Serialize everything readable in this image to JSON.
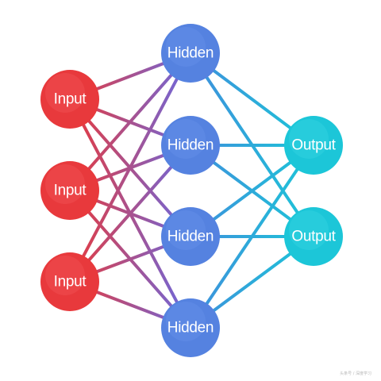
{
  "network": {
    "layers": [
      {
        "name": "input",
        "label": "Input",
        "count": 3,
        "color": "#e8393c",
        "highlight": "#f35a5b"
      },
      {
        "name": "hidden",
        "label": "Hidden",
        "count": 4,
        "color": "#5582e0",
        "highlight": "#6b95ea"
      },
      {
        "name": "output",
        "label": "Output",
        "count": 2,
        "color": "#1cc6d8",
        "highlight": "#3cd6e6"
      }
    ],
    "edge_colors": {
      "input_hidden_start": "#e8393c",
      "input_hidden_end": "#6a6ae0",
      "hidden_output_start": "#3f8fdc",
      "hidden_output_end": "#1cc6d8"
    }
  },
  "watermark": "头条号 / 深度学习"
}
